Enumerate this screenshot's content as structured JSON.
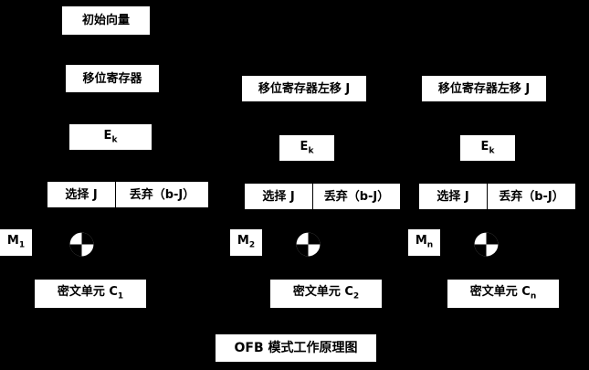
{
  "page": {
    "title": "OFB 模式工作原理图"
  },
  "colors": {
    "background": "#000000",
    "box_fill": "#ffffff",
    "text": "#000000"
  },
  "columns": [
    {
      "iv_label": "初始向量",
      "shift_label": "移位寄存器",
      "cipher_base": "E",
      "cipher_sub": "k",
      "select_label": "选择 J",
      "discard_label": "丢弃（b-J）",
      "message_base": "M",
      "message_sub": "1",
      "xor_icon": "xor-circle-icon",
      "output_base": "密文单元 C",
      "output_sub": "1"
    },
    {
      "shift_label": "移位寄存器左移 J",
      "cipher_base": "E",
      "cipher_sub": "k",
      "select_label": "选择 J",
      "discard_label": "丢弃（b-J）",
      "message_base": "M",
      "message_sub": "2",
      "xor_icon": "xor-circle-icon",
      "output_base": "密文单元 C",
      "output_sub": "2"
    },
    {
      "shift_label": "移位寄存器左移 J",
      "cipher_base": "E",
      "cipher_sub": "k",
      "select_label": "选择 J",
      "discard_label": "丢弃（b-J）",
      "message_base": "M",
      "message_sub": "n",
      "xor_icon": "xor-circle-icon",
      "output_base": "密文单元 C",
      "output_sub": "n"
    }
  ]
}
